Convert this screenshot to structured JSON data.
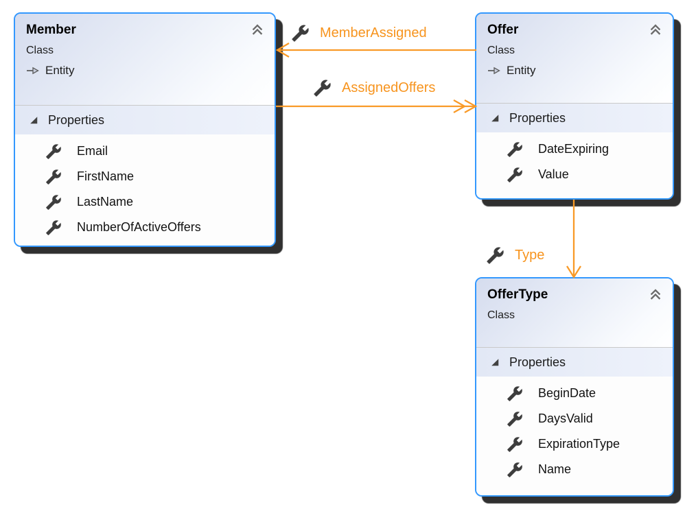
{
  "diagram": {
    "classes": [
      {
        "title": "Member",
        "stereotype": "Class",
        "base": "Entity",
        "section_label": "Properties",
        "properties": [
          "Email",
          "FirstName",
          "LastName",
          "NumberOfActiveOffers"
        ]
      },
      {
        "title": "Offer",
        "stereotype": "Class",
        "base": "Entity",
        "section_label": "Properties",
        "properties": [
          "DateExpiring",
          "Value"
        ]
      },
      {
        "title": "OfferType",
        "stereotype": "Class",
        "section_label": "Properties",
        "properties": [
          "BeginDate",
          "DaysValid",
          "ExpirationType",
          "Name"
        ]
      }
    ],
    "associations": [
      {
        "label": "MemberAssigned"
      },
      {
        "label": "AssignedOffers"
      },
      {
        "label": "Type"
      }
    ],
    "icons": {
      "collapse": "collapse-chevrons-icon",
      "expander": "expanded-triangle-icon",
      "property": "wrench-icon",
      "base_type": "arrow-right-icon"
    },
    "colors": {
      "box_border": "#3398fe",
      "association_orange": "#f7941e",
      "shadow": "#1e1e1e",
      "header_gradient_start": "#d5dcee",
      "section_header_bg": "#e2e8f5",
      "row_bg": "#fdfdfd",
      "text": "#121212",
      "icon_gray": "#3d3d3d"
    }
  }
}
